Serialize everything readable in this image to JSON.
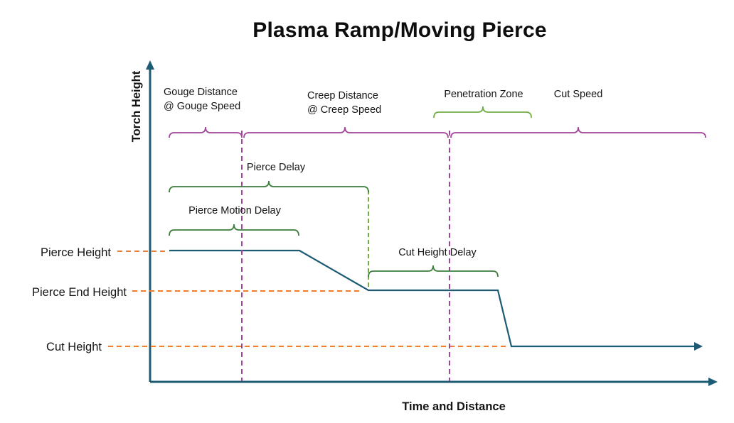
{
  "title": "Plasma Ramp/Moving Pierce",
  "axes": {
    "y_label": "Torch Height",
    "x_label": "Time and Distance"
  },
  "height_levels": {
    "pierce": "Pierce Height",
    "pierce_end": "Pierce End Height",
    "cut": "Cut Height"
  },
  "top_zones": {
    "gouge_line1": "Gouge Distance",
    "gouge_line2": "@ Gouge Speed",
    "creep_line1": "Creep Distance",
    "creep_line2": "@ Creep Speed",
    "penetration": "Penetration Zone",
    "cut_speed": "Cut Speed"
  },
  "delays": {
    "pierce": "Pierce Delay",
    "pierce_motion": "Pierce Motion Delay",
    "cut_height": "Cut Height Delay"
  },
  "colors": {
    "plot": "#1D5B75",
    "orange": "#ED7D31",
    "purple": "#A2449B",
    "green_dark": "#3B7D3B",
    "green_light": "#70AD47",
    "text": "#141414"
  }
}
